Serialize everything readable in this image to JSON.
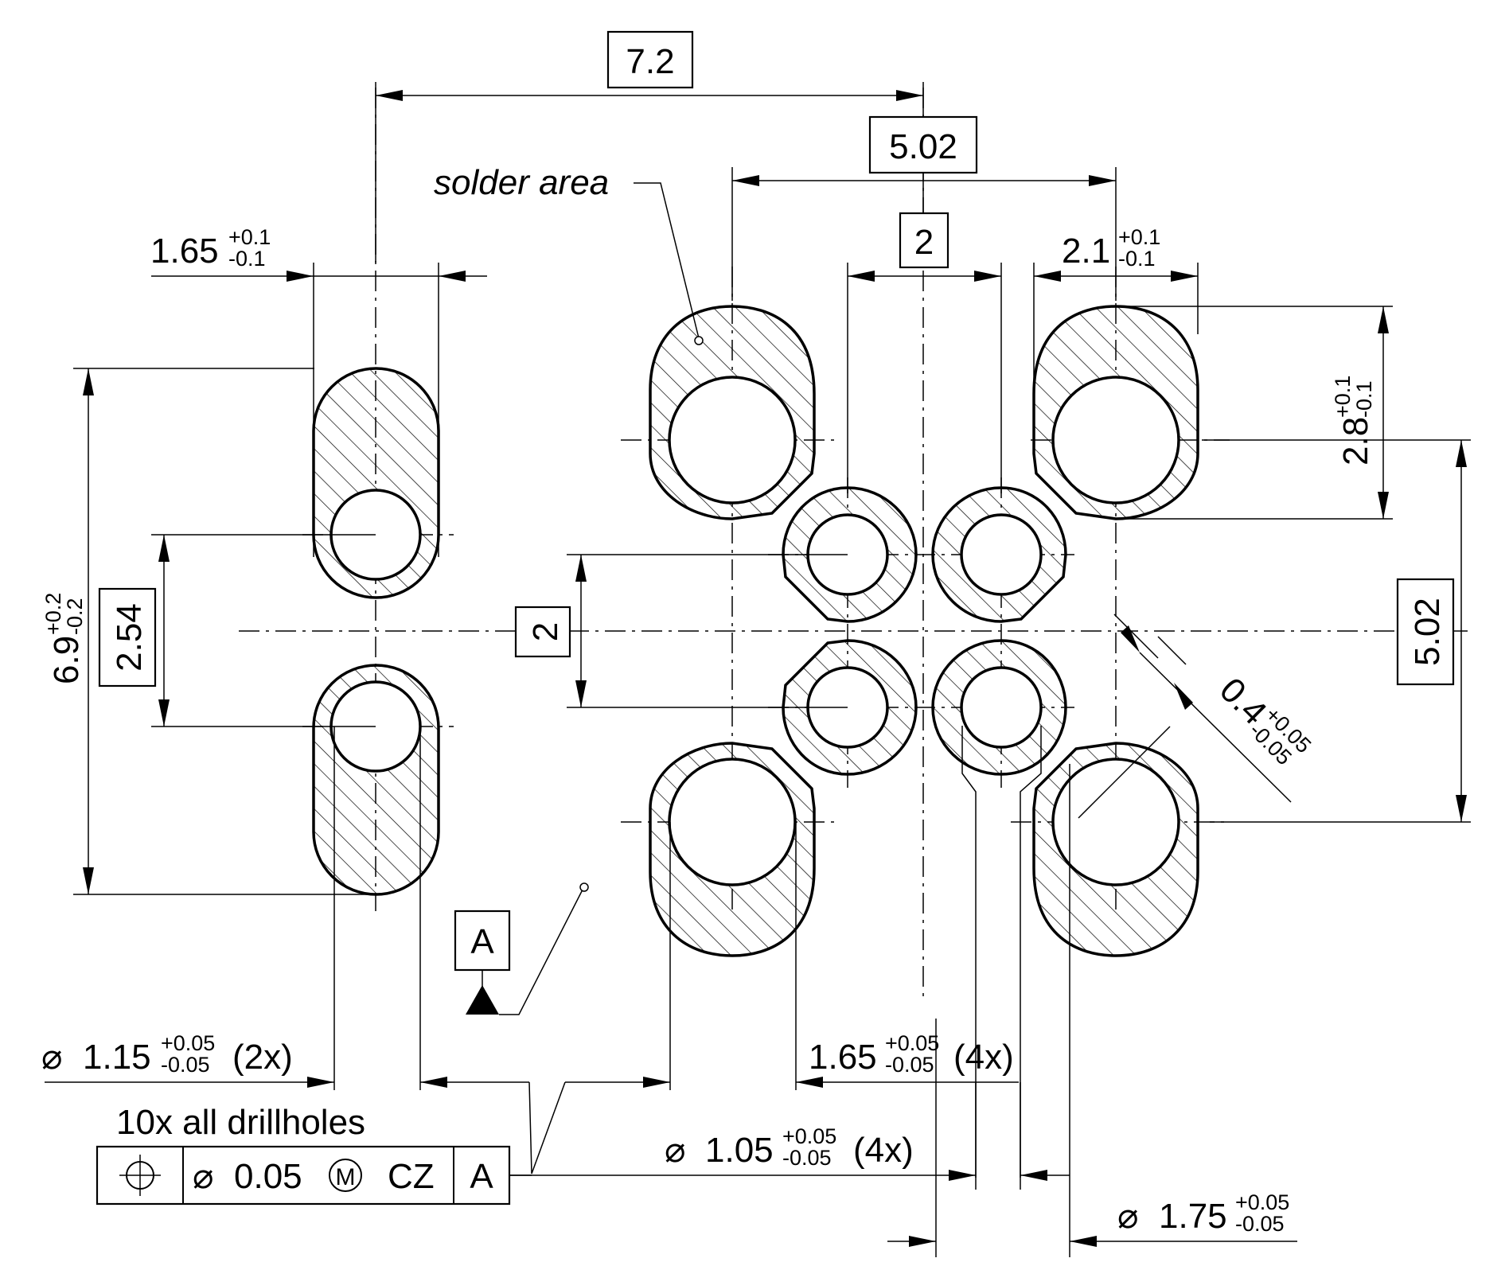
{
  "dimensions": {
    "top_width": "7.2",
    "pad_pitch_horizontal": "5.02",
    "inner_pitch_horizontal": "2",
    "inner_pitch_vertical": "2",
    "pad_pitch_vertical": "5.02",
    "slot_pitch": "2.54",
    "slot_width": {
      "nominal": "1.65",
      "plus": "+0.1",
      "minus": "-0.1"
    },
    "slot_length": {
      "nominal": "6.9",
      "plus": "+0.2",
      "minus": "-0.2"
    },
    "pad_width": {
      "nominal": "2.1",
      "plus": "+0.1",
      "minus": "-0.1"
    },
    "pad_height": {
      "nominal": "2.8",
      "plus": "+0.1",
      "minus": "-0.1"
    },
    "web_width": {
      "nominal": "0.4",
      "plus": "+0.05",
      "minus": "-0.05"
    },
    "slot_hole_dia": {
      "symbol": "⌀",
      "nominal": "1.15",
      "plus": "+0.05",
      "minus": "-0.05",
      "count": "(2x)"
    },
    "pad_hole_dia": {
      "nominal": "1.65",
      "plus": "+0.05",
      "minus": "-0.05",
      "count": "(4x)"
    },
    "inner_hole_dia": {
      "symbol": "⌀",
      "nominal": "1.05",
      "plus": "+0.05",
      "minus": "-0.05",
      "count": "(4x)"
    },
    "inner_pad_dia": {
      "symbol": "⌀",
      "nominal": "1.75",
      "plus": "+0.05",
      "minus": "-0.05"
    }
  },
  "labels": {
    "solder_area": "solder area",
    "drillholes_note": "10x all drillholes"
  },
  "datum": {
    "letter": "A"
  },
  "feature_control_frame": {
    "symbol_icon": "position-icon",
    "diameter_symbol": "⌀",
    "tolerance": "0.05",
    "modifier": "M",
    "zone": "CZ",
    "datum": "A"
  }
}
